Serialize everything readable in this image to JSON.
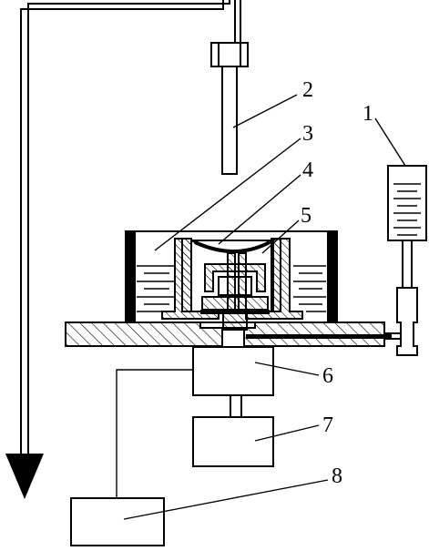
{
  "diagram": {
    "part_labels": [
      "1",
      "2",
      "3",
      "4",
      "5",
      "6",
      "7",
      "8"
    ],
    "colors": {
      "line": "#000000",
      "background": "#ffffff"
    }
  }
}
